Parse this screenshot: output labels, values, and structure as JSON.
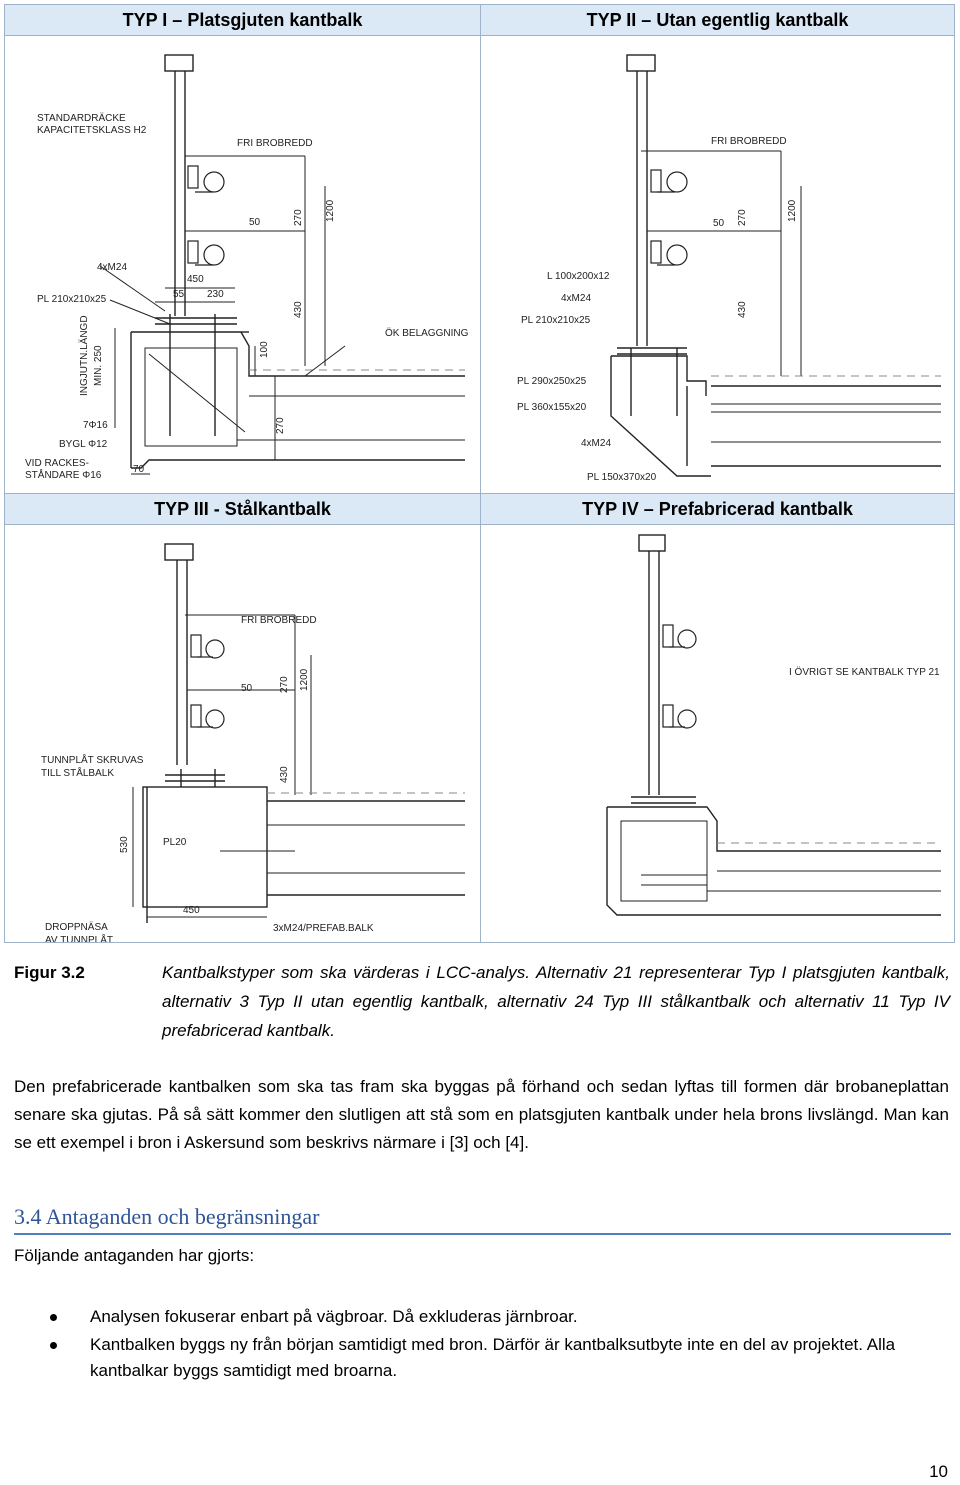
{
  "figure": {
    "headers": {
      "typ1": "TYP I – Platsgjuten kantbalk",
      "typ2": "TYP II – Utan egentlig kantbalk",
      "typ3": "TYP III - Stålkantbalk",
      "typ4": "TYP IV – Prefabricerad kantbalk"
    },
    "drawing1": {
      "standard": "STANDARDRÄCKE",
      "kapacitet": "KAPACITETSKLASS H2",
      "fri": "FRI BROBREDD",
      "d50": "50",
      "d270a": "270",
      "d1200": "1200",
      "m24": "4xM24",
      "d450": "450",
      "d55": "55",
      "d230": "230",
      "pl": "PL 210x210x25",
      "d430": "430",
      "ingjutn": "INGJUTN.LÄNGD",
      "min250": "MIN. 250",
      "okbel": "ÖK BELAGGNING",
      "d100": "100",
      "phi16": "7Φ16",
      "bygl": "BYGL Φ12",
      "vid": "VID RACKES-",
      "standare": "STÅNDARE Φ16",
      "d270b": "270",
      "d70": "70"
    },
    "drawing2": {
      "fri": "FRI BROBREDD",
      "d50": "50",
      "d270": "270",
      "d1200": "1200",
      "l100": "L 100x200x12",
      "m24a": "4xM24",
      "pl210": "PL 210x210x25",
      "d430": "430",
      "pl290": "PL 290x250x25",
      "pl360": "PL 360x155x20",
      "m24b": "4xM24",
      "pl150": "PL 150x370x20"
    },
    "drawing3": {
      "fri": "FRI BROBREDD",
      "d50": "50",
      "d270": "270",
      "d1200": "1200",
      "tunnplat": "TUNNPLÅT SKRUVAS",
      "till": "TILL STÅLBALK",
      "d430": "430",
      "d530": "530",
      "pl20": "PL20",
      "droppnasa": "DROPPNÄSA",
      "av": "AV TUNNPLÅT",
      "d450": "450",
      "m24": "3xM24/PREFAB.BALK"
    },
    "drawing4": {
      "ovrigt": "I ÖVRIGT SE KANTBALK TYP 21"
    }
  },
  "caption": {
    "label": "Figur 3.2",
    "text": "Kantbalkstyper som ska värderas i LCC-analys. Alternativ 21 representerar Typ I platsgjuten kantbalk, alternativ 3 Typ II utan egentlig kantbalk, alternativ 24 Typ III stålkantbalk och alternativ 11 Typ IV prefabricerad kantbalk."
  },
  "paragraph": "Den prefabricerade kantbalken som ska tas fram ska byggas på förhand och sedan lyftas till formen där brobaneplattan senare ska gjutas. På så sätt kommer den slutligen att stå som en platsgjuten kantbalk under hela brons livslängd. Man kan se ett exempel i bron i Askersund som beskrivs närmare i [3] och [4].",
  "section": {
    "heading": "3.4 Antaganden och begränsningar",
    "intro": "Följande antaganden har gjorts:",
    "bullets": [
      "Analysen fokuserar enbart på vägbroar. Då exkluderas järnbroar.",
      "Kantbalken byggs ny från början samtidigt med bron. Därför är kantbalksutbyte inte en del av projektet. Alla kantbalkar byggs samtidigt med broarna."
    ]
  },
  "page_number": "10"
}
